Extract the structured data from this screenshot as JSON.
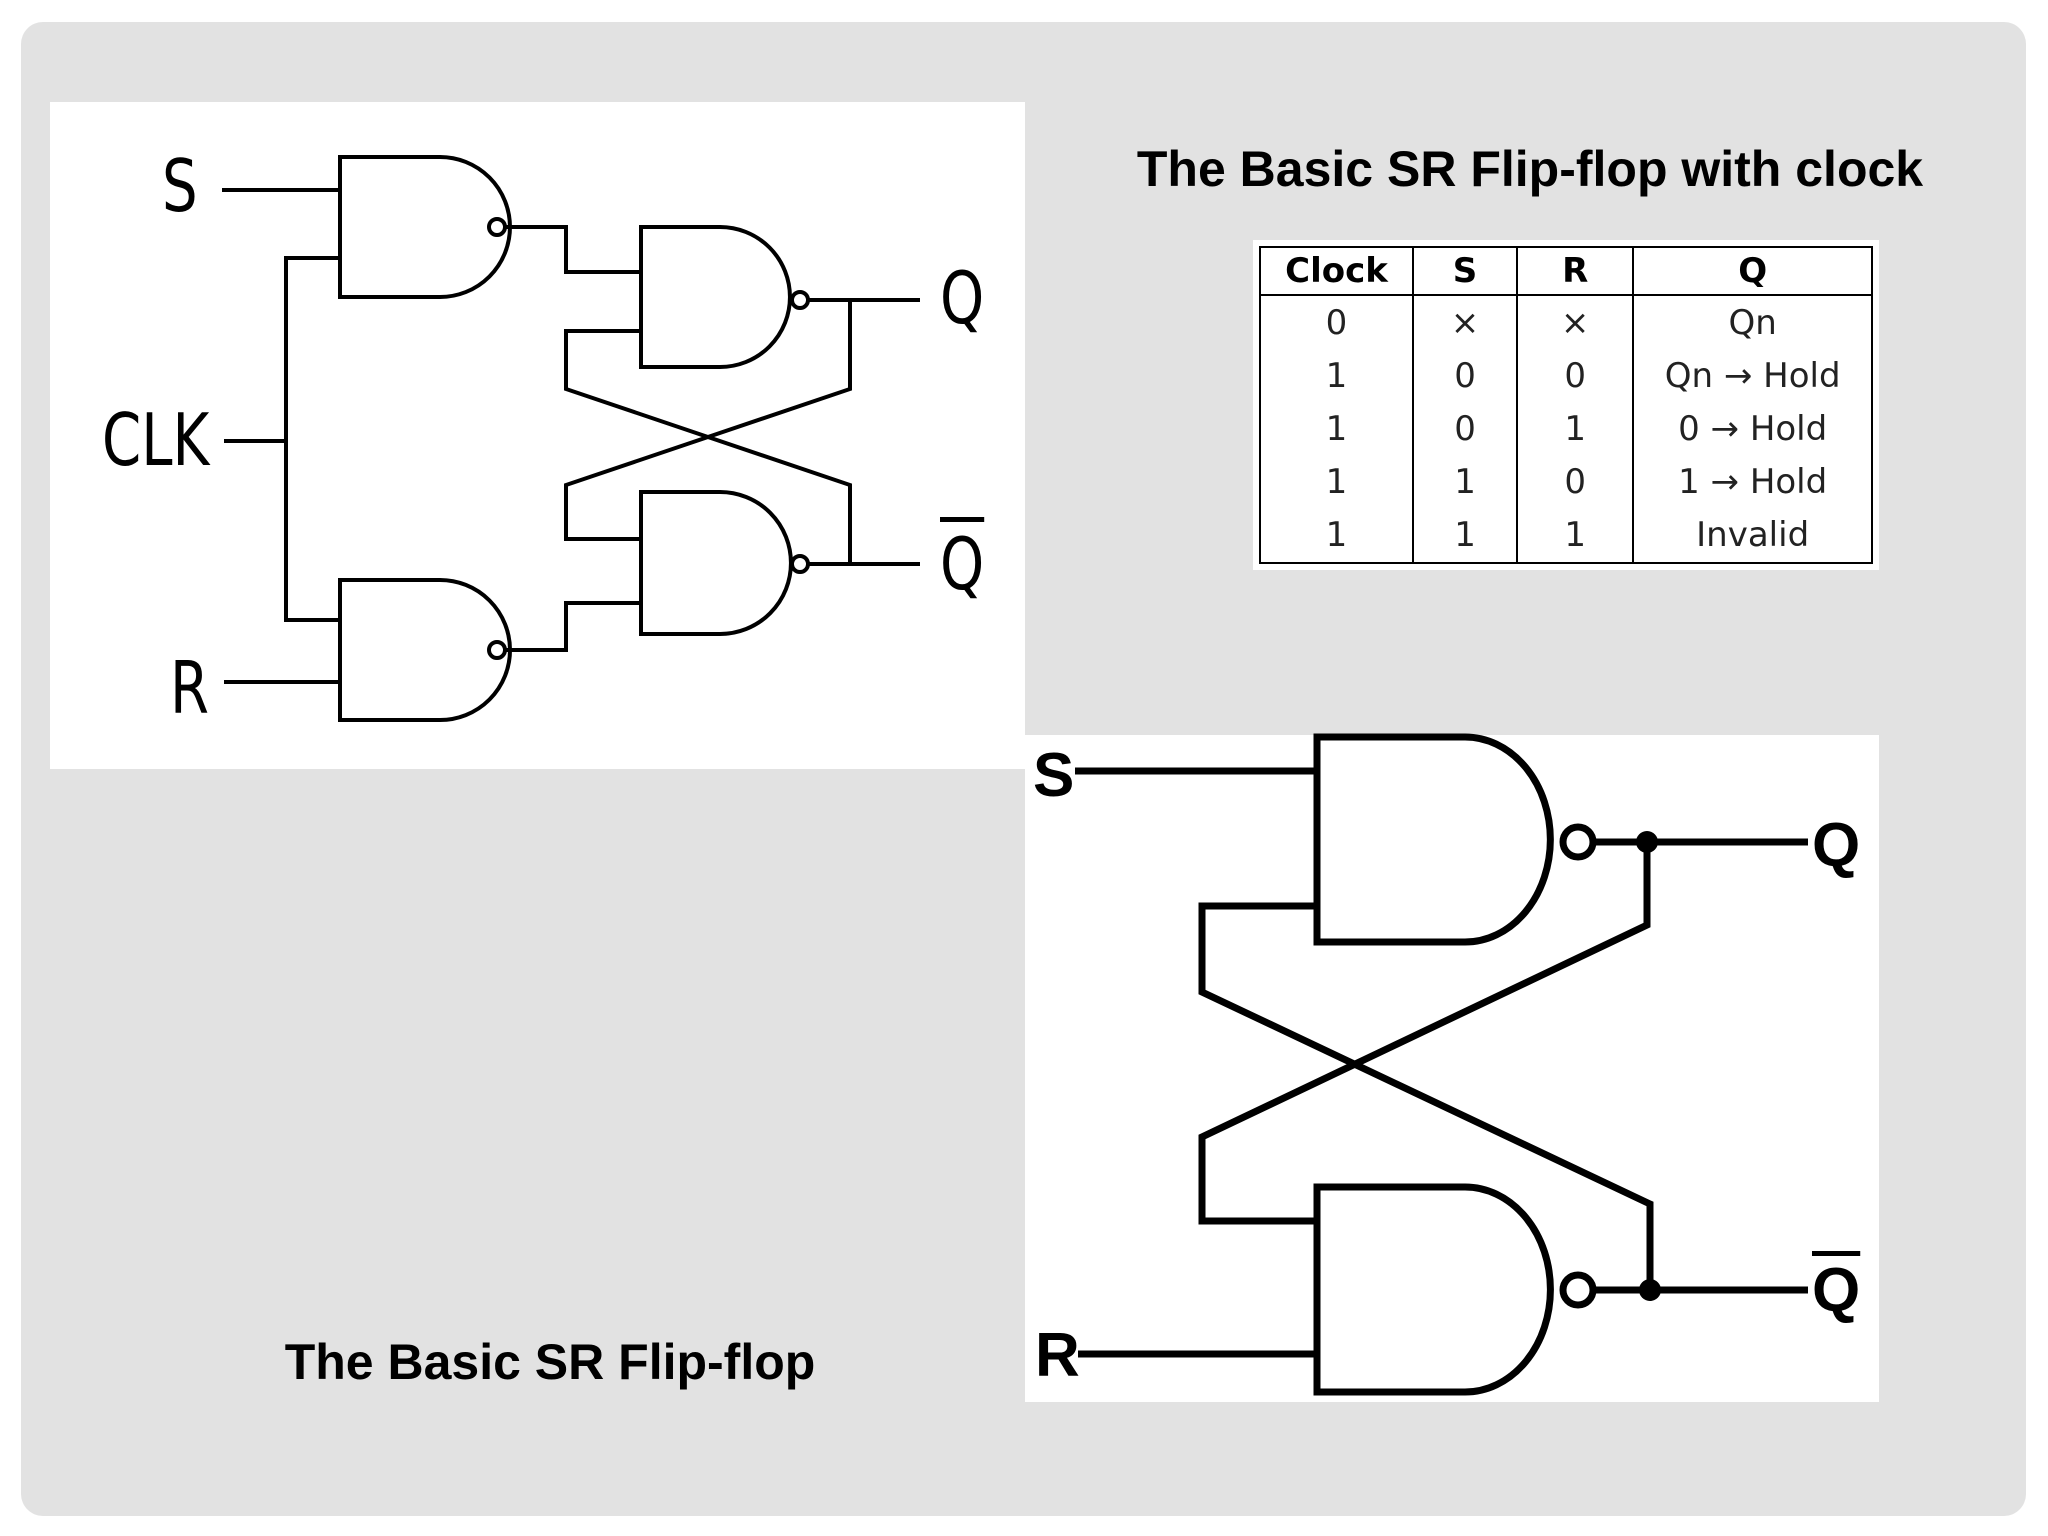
{
  "titles": {
    "clocked": "The Basic SR Flip-flop with clock",
    "basic": "The Basic SR Flip-flop"
  },
  "clocked_diagram": {
    "labels": {
      "s": "S",
      "clk": "CLK",
      "r": "R",
      "q": "Q",
      "q_bar": "Q"
    }
  },
  "basic_diagram": {
    "labels": {
      "s": "S",
      "r": "R",
      "q": "Q",
      "q_bar": "Q"
    }
  },
  "truth_table": {
    "headers": [
      "Clock",
      "S",
      "R",
      "Q"
    ],
    "rows": [
      [
        "0",
        "×",
        "×",
        "Qn"
      ],
      [
        "1",
        "0",
        "0",
        "Qn → Hold"
      ],
      [
        "1",
        "0",
        "1",
        "0 → Hold"
      ],
      [
        "1",
        "1",
        "0",
        "1 → Hold"
      ],
      [
        "1",
        "1",
        "1",
        "Invalid"
      ]
    ]
  }
}
